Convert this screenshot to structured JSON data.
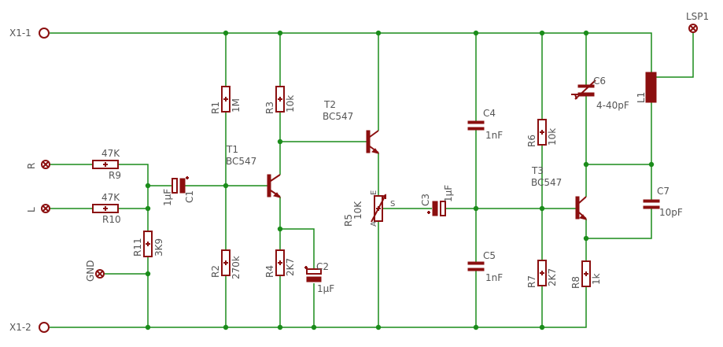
{
  "connectors": {
    "x1_1": "X1-1",
    "x1_2": "X1-2",
    "r": "R",
    "l": "L",
    "gnd": "GND",
    "lsp1": "LSP1"
  },
  "resistors": {
    "r9": {
      "name": "R9",
      "value": "47K"
    },
    "r10": {
      "name": "R10",
      "value": "47K"
    },
    "r11": {
      "name": "R11",
      "value": "3K9"
    },
    "r1": {
      "name": "R1",
      "value": "1M"
    },
    "r2": {
      "name": "R2",
      "value": "270k"
    },
    "r3": {
      "name": "R3",
      "value": "10k"
    },
    "r4": {
      "name": "R4",
      "value": "2K7"
    },
    "r6": {
      "name": "R6",
      "value": "10k"
    },
    "r7": {
      "name": "R7",
      "value": "2K7"
    },
    "r8": {
      "name": "R8",
      "value": "1k"
    }
  },
  "potentiometer": {
    "name": "R5",
    "value": "10K",
    "pin_a": "A",
    "pin_e": "E",
    "pin_s": "S"
  },
  "capacitors": {
    "c1": {
      "name": "C1",
      "value": "1µF"
    },
    "c2": {
      "name": "C2",
      "value": "1µF"
    },
    "c3": {
      "name": "C3",
      "value": "1µF"
    },
    "c4": {
      "name": "C4",
      "value": "1nF"
    },
    "c5": {
      "name": "C5",
      "value": "1nF"
    },
    "c6": {
      "name": "C6",
      "value": "4-40pF"
    },
    "c7": {
      "name": "C7",
      "value": "10pF"
    }
  },
  "transistors": {
    "t1": {
      "name": "T1",
      "type": "BC547"
    },
    "t2": {
      "name": "T2",
      "type": "BC547"
    },
    "t3": {
      "name": "T3",
      "type": "BC547"
    }
  },
  "inductor": {
    "name": "L1"
  },
  "colors": {
    "wire": "#1a8c1a",
    "component": "#8b0f0f",
    "label": "#555555"
  }
}
